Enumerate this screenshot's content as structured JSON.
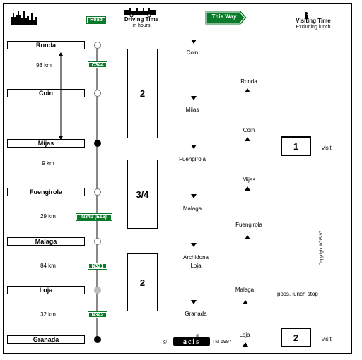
{
  "header": {
    "road_label": "Road",
    "driving_title": "Driving Time",
    "driving_sub": "in hours",
    "this_way": "This Way",
    "visiting_title": "Visiting Time",
    "visiting_sub": "Excluding lunch"
  },
  "towns": [
    "Ronda",
    "Coin",
    "Mijas",
    "Fuengirola",
    "Malaga",
    "Loja",
    "Granada"
  ],
  "distances": [
    "93 km",
    "9 km",
    "29 km",
    "84 km",
    "32 km"
  ],
  "road_tags": [
    "C344",
    "N340 (E15)",
    "N321",
    "N342"
  ],
  "driving_times": [
    "2",
    "3/4",
    "2"
  ],
  "forward_route": [
    "Coin",
    "Mijas",
    "Fuengirola",
    "Malaga",
    "Archidona",
    "Loja",
    "Granada"
  ],
  "return_route": [
    "Ronda",
    "Coin",
    "Mijas",
    "Fuengirola",
    "Malaga",
    "Loja"
  ],
  "visits": [
    {
      "time": "1",
      "label": "visit"
    },
    {
      "time": "2",
      "label": "visit"
    }
  ],
  "lunch_note": "poss. lunch stop",
  "footer": {
    "copyright_symbol": "©",
    "logo": "acis",
    "tm": "TM 1997"
  },
  "side_copyright": "Copyright ACIS 97",
  "colors": {
    "road_green": "#0b7a2a",
    "road_gray": "#888888"
  }
}
